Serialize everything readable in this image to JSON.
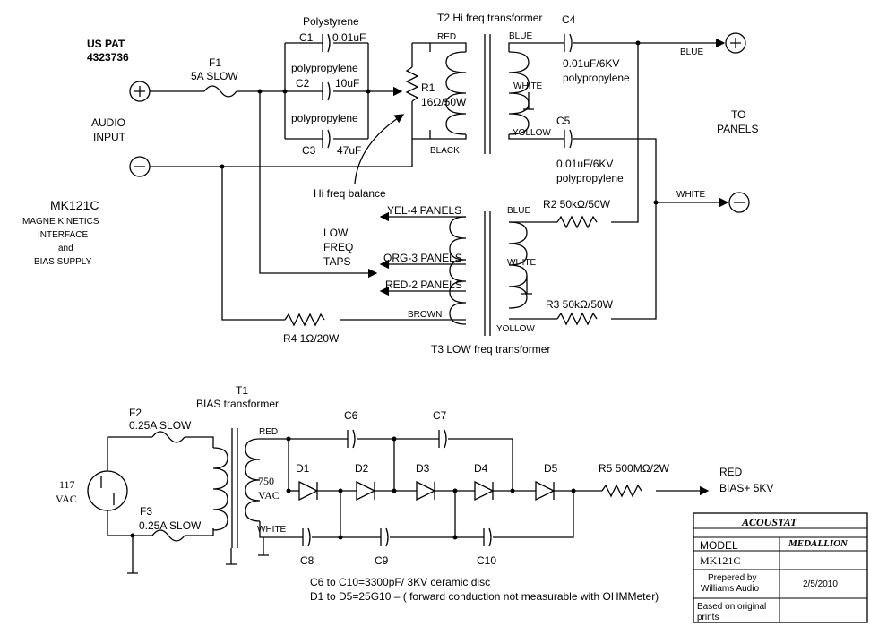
{
  "header": {
    "patent_line1": "US PAT",
    "patent_line2": "4323736"
  },
  "fuse": {
    "f1": "F1",
    "f1_val": "5A SLOW",
    "f2": "F2",
    "f2_val": "0.25A SLOW",
    "f3": "F3",
    "f3_val": "0.25A SLOW"
  },
  "audio": {
    "line1": "AUDIO",
    "line2": "INPUT"
  },
  "caps": {
    "polystyrene": "Polystyrene",
    "c1": "C1",
    "c1_val": "0.01uF",
    "pp1": "polypropylene",
    "c2": "C2",
    "c2_val": "10uF",
    "pp2": "polypropylene",
    "c3": "C3",
    "c3_val": "47uF",
    "c4": "C4",
    "c4_val": "0.01uF/6KV",
    "c4_type": "polypropylene",
    "c5": "C5",
    "c5_val": "0.01uF/6KV",
    "c5_type": "polypropylene",
    "c6": "C6",
    "c7": "C7",
    "c8": "C8",
    "c9": "C9",
    "c10": "C10"
  },
  "r1": {
    "label": "R1",
    "val": "16Ω/50W"
  },
  "t2": {
    "title": "T2 Hi freq transformer",
    "red": "RED",
    "black": "BLACK",
    "blue": "BLUE",
    "white": "WHITE",
    "yellow": "YOLLOW"
  },
  "balance": "Hi freq balance",
  "outputs": {
    "blue": "BLUE",
    "white": "WHITE",
    "to1": "TO",
    "to2": "PANELS"
  },
  "model_block": {
    "title": "MK121C",
    "l1": "MAGNE KINETICS",
    "l2": "INTERFACE",
    "l3": "and",
    "l4": "BIAS SUPPLY"
  },
  "taps": {
    "l1": "LOW",
    "l2": "FREQ",
    "l3": "TAPS",
    "yel": "YEL-4 PANELS",
    "org": "ORG-3 PANELS",
    "red": "RED-2 PANELS",
    "brown": "BROWN"
  },
  "t3": {
    "title": "T3 LOW freq transformer",
    "blue": "BLUE",
    "white": "WHITE",
    "yellow": "YOLLOW"
  },
  "r2": "R2 50kΩ/50W",
  "r3": "R3 50kΩ/50W",
  "r4": "R4 1Ω/20W",
  "t1": {
    "label": "T1",
    "title": "BIAS transformer",
    "red": "RED",
    "white": "WHITE",
    "v1": "750",
    "v2": "VAC"
  },
  "mains": {
    "v1": "117",
    "v2": "VAC"
  },
  "diodes": {
    "d1": "D1",
    "d2": "D2",
    "d3": "D3",
    "d4": "D4",
    "d5": "D5"
  },
  "r5": "R5 500MΩ/2W",
  "bias_out": {
    "l1": "RED",
    "l2": "BIAS+ 5KV"
  },
  "notes": {
    "n1": "C6 to C10=3300pF/ 3KV ceramic disc",
    "n2": "D1 to D5=25G10 – ( forward conduction not measurable with OHMMeter)"
  },
  "title_block": {
    "brand": "ACOUSTAT",
    "model_label": "MODEL",
    "model_value": "MEDALLION",
    "part": "MK121C",
    "prepared_l1": "Prepered by",
    "prepared_l2": "Williams Audio",
    "date": "2/5/2010",
    "based_l1": "Based on original",
    "based_l2": "prints"
  }
}
